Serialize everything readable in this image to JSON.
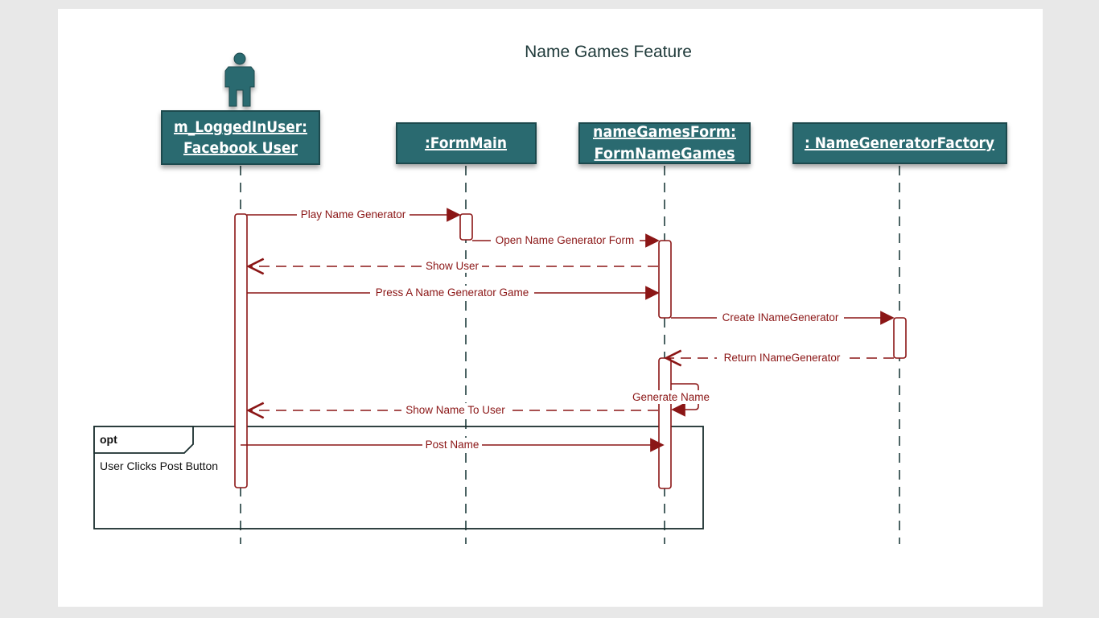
{
  "title": "Name Games Feature",
  "colors": {
    "lifeline_fill": "#2c6a70",
    "message": "#8b1616",
    "frame": "#1a2e2e"
  },
  "lifelines": [
    {
      "id": "user",
      "lines": [
        "m_LoggedInUser:",
        "Facebook User"
      ],
      "actor_icon": "person-icon"
    },
    {
      "id": "formmain",
      "lines": [
        ":FormMain"
      ]
    },
    {
      "id": "namegamesform",
      "lines": [
        "nameGamesForm:",
        "FormNameGames"
      ]
    },
    {
      "id": "factory",
      "lines": [
        ": NameGeneratorFactory"
      ]
    }
  ],
  "messages": [
    {
      "label": "Play Name Generator",
      "from": "user",
      "to": "formmain",
      "kind": "sync"
    },
    {
      "label": "Open Name Generator Form",
      "from": "formmain",
      "to": "namegamesform",
      "kind": "sync"
    },
    {
      "label": "Show User",
      "from": "namegamesform",
      "to": "user",
      "kind": "return"
    },
    {
      "label": "Press A Name Generator Game",
      "from": "user",
      "to": "namegamesform",
      "kind": "sync"
    },
    {
      "label": "Create INameGenerator",
      "from": "namegamesform",
      "to": "factory",
      "kind": "sync"
    },
    {
      "label": "Return INameGenerator",
      "from": "factory",
      "to": "namegamesform",
      "kind": "return"
    },
    {
      "label": "Generate Name",
      "from": "namegamesform",
      "to": "namegamesform",
      "kind": "self"
    },
    {
      "label": "Show Name To User",
      "from": "namegamesform",
      "to": "user",
      "kind": "return"
    },
    {
      "label": "Post Name",
      "from": "user",
      "to": "namegamesform",
      "kind": "sync"
    }
  ],
  "fragment": {
    "keyword": "opt",
    "guard": "User Clicks Post Button"
  }
}
